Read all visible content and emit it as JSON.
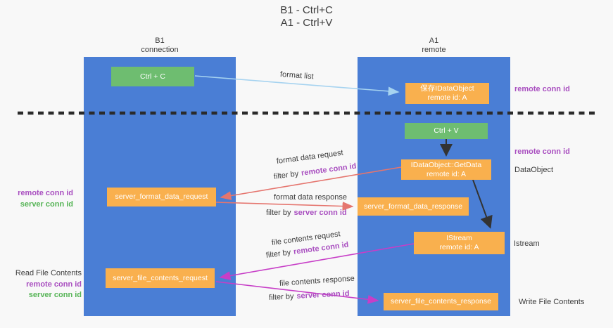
{
  "title": {
    "line1": "B1 - Ctrl+C",
    "line2": "A1 - Ctrl+V"
  },
  "lanes": {
    "left": {
      "name": "B1",
      "role": "connection"
    },
    "right": {
      "name": "A1",
      "role": "remote"
    }
  },
  "boxes": {
    "ctrl_c": {
      "label": "Ctrl + C"
    },
    "ctrl_v": {
      "label": "Ctrl + V"
    },
    "save_idataobject": {
      "line1": "保存IDataObject",
      "line2": "remote id: A"
    },
    "getdata": {
      "line1": "IDataObject::GetData",
      "line2": "remote id: A"
    },
    "istream": {
      "line1": "IStream",
      "line2": "remote id: A"
    },
    "format_request": {
      "label": "server_format_data_request"
    },
    "format_response": {
      "label": "server_format_data_response"
    },
    "file_request": {
      "label": "server_file_contents_request"
    },
    "file_response": {
      "label": "server_file_contents_response"
    }
  },
  "edge_labels": {
    "format_list": "format list",
    "format_data_request": "format data request",
    "format_data_response": "format data response",
    "file_contents_request": "file contents request",
    "file_contents_response": "file contents response",
    "filter_by": "filter by",
    "remote_conn_id": "remote conn id",
    "server_conn_id": "server conn id"
  },
  "side_labels": {
    "remote_conn_id": "remote conn id",
    "server_conn_id": "server conn id",
    "data_object": "DataObject",
    "istream": "Istream",
    "read_file_contents": "Read File Contents",
    "write_file_contents": "Write File Contents"
  },
  "colors": {
    "background": "#f8f8f8",
    "lane_blue": "#4a7ed5",
    "box_green": "#6ebd70",
    "box_orange": "#f9b04e",
    "arrow_lightblue": "#a6d3f0",
    "arrow_salmon": "#e5756e",
    "arrow_magenta": "#c73ec7",
    "arrow_black": "#333333",
    "dashed_line": "#2a2a2a",
    "text_purple": "#a94fc0",
    "text_green": "#56b456",
    "text_dark": "#3c3c3c"
  }
}
